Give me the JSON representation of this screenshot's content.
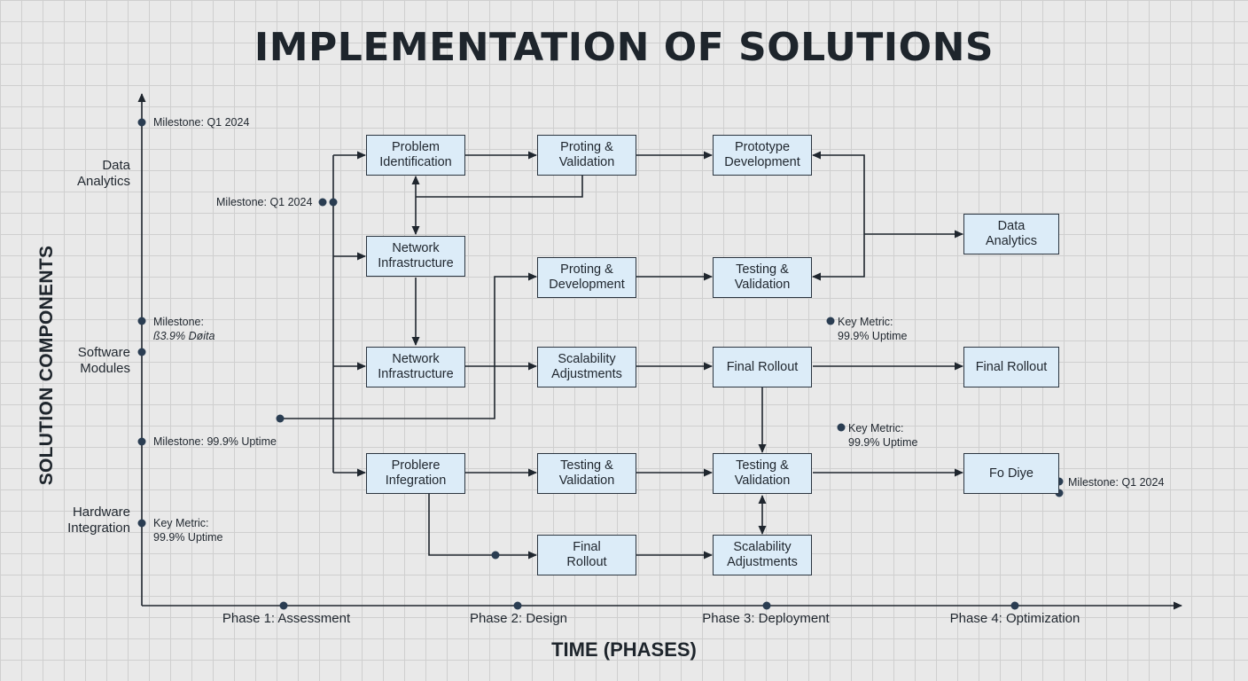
{
  "diagram": {
    "title": "IMPLEMENTATION OF SOLUTIONS",
    "y_axis_label": "SOLUTION COMPONENTS",
    "x_axis_label": "TIME (PHASES)",
    "categories": [
      {
        "id": "data",
        "label_line1": "Data",
        "label_line2": "Analytics"
      },
      {
        "id": "software",
        "label_line1": "Software",
        "label_line2": "Modules"
      },
      {
        "id": "hardware",
        "label_line1": "Hardware",
        "label_line2": "Integration"
      }
    ],
    "phases": [
      "Phase 1: Assessment",
      "Phase 2: Design",
      "Phase 3: Deployment",
      "Phase 4: Optimization"
    ],
    "nodes": [
      {
        "id": "n1",
        "line1": "Problem",
        "line2": "Identification"
      },
      {
        "id": "n2",
        "line1": "Proting &",
        "line2": "Validation"
      },
      {
        "id": "n3",
        "line1": "Prototype",
        "line2": "Development"
      },
      {
        "id": "n4",
        "line1": "Network",
        "line2": "Infrastructure"
      },
      {
        "id": "n5",
        "line1": "Proting &",
        "line2": "Development"
      },
      {
        "id": "n6",
        "line1": "Testing &",
        "line2": "Validation"
      },
      {
        "id": "n7",
        "line1": "Data",
        "line2": "Analytics"
      },
      {
        "id": "n8",
        "line1": "Network",
        "line2": "Infrastructure"
      },
      {
        "id": "n9",
        "line1": "Scalability",
        "line2": "Adjustments"
      },
      {
        "id": "n10",
        "line1": "Final Rollout",
        "line2": ""
      },
      {
        "id": "n11",
        "line1": "Final Rollout",
        "line2": ""
      },
      {
        "id": "n12",
        "line1": "Problere",
        "line2": "Infegration"
      },
      {
        "id": "n13",
        "line1": "Testing &",
        "line2": "Validation"
      },
      {
        "id": "n14",
        "line1": "Testing &",
        "line2": "Validation"
      },
      {
        "id": "n15",
        "line1": "Fo Diye",
        "line2": ""
      },
      {
        "id": "n16",
        "line1": "Final",
        "line2": "Rollout"
      },
      {
        "id": "n17",
        "line1": "Scalability",
        "line2": "Adjustments"
      }
    ],
    "annotations": [
      {
        "id": "a1",
        "line1": "Milestone: Q1 2024",
        "line2": ""
      },
      {
        "id": "a2",
        "line1": "Milestone: Q1 2024",
        "line2": ""
      },
      {
        "id": "a3",
        "line1": "Milestone:",
        "line2": "ß3.9% Døita"
      },
      {
        "id": "a4",
        "line1": "Milestone: 99.9% Uptime",
        "line2": ""
      },
      {
        "id": "a5",
        "line1": "Key Metric:",
        "line2": "99.9% Uptime"
      },
      {
        "id": "a6",
        "line1": "Key Metric:",
        "line2": "99.9% Uptime"
      },
      {
        "id": "a7",
        "line1": "Key Metric:",
        "line2": "99.9% Uptime"
      },
      {
        "id": "a8",
        "line1": "Milestone: Q1 2024",
        "line2": ""
      }
    ],
    "colors": {
      "node_fill": "#dcecf8",
      "node_stroke": "#2b3540",
      "line": "#1f262e",
      "dot": "#2a3d52",
      "grid": "#cfcfcf",
      "background": "#e9e9e9"
    }
  }
}
